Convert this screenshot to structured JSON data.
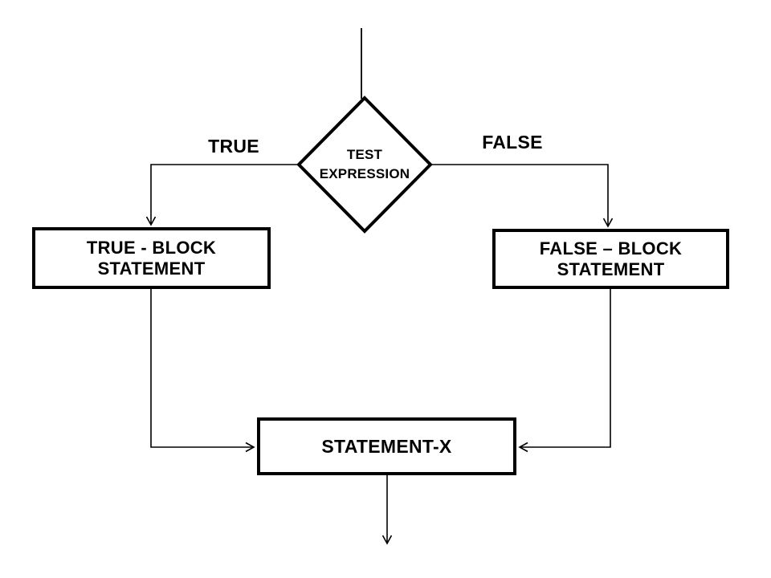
{
  "diagram": {
    "title": "if-else control flow flowchart",
    "colors": {
      "background": "#ffffff",
      "stroke": "#000000",
      "text": "#000000"
    },
    "decision": {
      "line1": "TEST",
      "line2": "EXPRESSION"
    },
    "branch_labels": {
      "true_label": "TRUE",
      "false_label": "FALSE"
    },
    "nodes": {
      "true_block": {
        "line1": "TRUE - BLOCK",
        "line2": "STATEMENT"
      },
      "false_block": {
        "line1": "FALSE – BLOCK",
        "line2": "STATEMENT"
      },
      "statement_x": {
        "label": "STATEMENT-X"
      }
    }
  }
}
